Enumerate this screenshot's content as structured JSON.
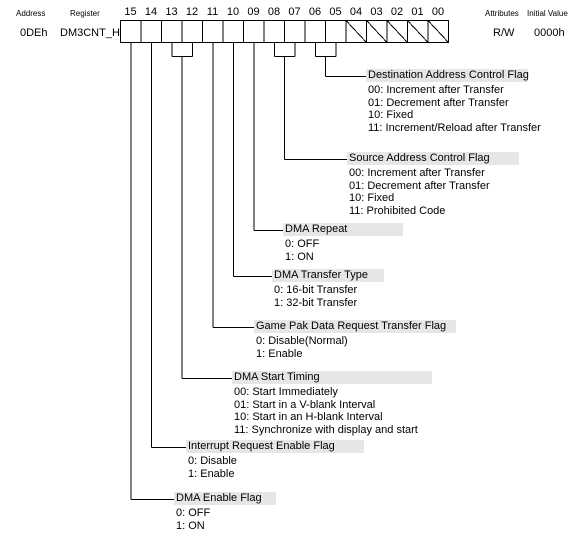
{
  "header": {
    "address_label": "Address",
    "register_label": "Register",
    "attributes_label": "Attributes",
    "initial_value_label": "Initial Value"
  },
  "register": {
    "address": "0DEh",
    "name": "DM3CNT_H",
    "attributes": "R/W",
    "initial_value": "0000h"
  },
  "bits": [
    "15",
    "14",
    "13",
    "12",
    "11",
    "10",
    "09",
    "08",
    "07",
    "06",
    "05",
    "04",
    "03",
    "02",
    "01",
    "00"
  ],
  "unused_bits": [
    "04",
    "03",
    "02",
    "01",
    "00"
  ],
  "fields": [
    {
      "title": "Destination Address Control Flag",
      "bits": [
        "06",
        "05"
      ],
      "options": [
        "00: Increment after Transfer",
        "01: Decrement after Transfer",
        "10: Fixed",
        "11: Increment/Reload after Transfer"
      ]
    },
    {
      "title": "Source Address Control Flag",
      "bits": [
        "08",
        "07"
      ],
      "options": [
        "00: Increment after Transfer",
        "01: Decrement after Transfer",
        "10: Fixed",
        "11: Prohibited Code"
      ]
    },
    {
      "title": "DMA Repeat",
      "bits": [
        "09"
      ],
      "options": [
        "0: OFF",
        "1: ON"
      ]
    },
    {
      "title": "DMA Transfer Type",
      "bits": [
        "10"
      ],
      "options": [
        "0: 16-bit Transfer",
        "1: 32-bit Transfer"
      ]
    },
    {
      "title": "Game Pak Data Request Transfer Flag",
      "bits": [
        "11"
      ],
      "options": [
        "0: Disable(Normal)",
        "1: Enable"
      ]
    },
    {
      "title": "DMA Start Timing",
      "bits": [
        "13",
        "12"
      ],
      "options": [
        "00: Start Immediately",
        "01: Start in a V-blank Interval",
        "10: Start in an H-blank Interval",
        "11: Synchronize with display and start"
      ]
    },
    {
      "title": "Interrupt Request Enable Flag",
      "bits": [
        "14"
      ],
      "options": [
        "0: Disable",
        "1: Enable"
      ]
    },
    {
      "title": "DMA Enable Flag",
      "bits": [
        "15"
      ],
      "options": [
        "0: OFF",
        "1: ON"
      ]
    }
  ]
}
